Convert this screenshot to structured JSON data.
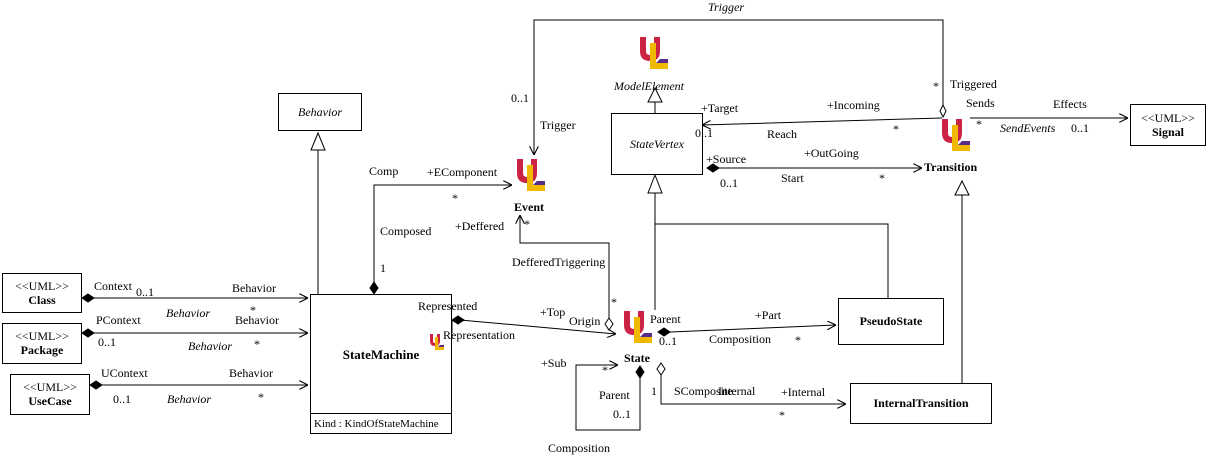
{
  "classes": {
    "behavior": {
      "name": "Behavior"
    },
    "class": {
      "stereotype": "<<UML>>",
      "name": "Class"
    },
    "package": {
      "stereotype": "<<UML>>",
      "name": "Package"
    },
    "usecase": {
      "stereotype": "<<UML>>",
      "name": "UseCase"
    },
    "statemachine": {
      "name": "StateMachine",
      "attribute": "Kind : KindOfStateMachine"
    },
    "statevertex": {
      "name": "StateVertex"
    },
    "pseudostate": {
      "name": "PseudoState"
    },
    "internaltransition": {
      "name": "InternalTransition"
    },
    "signal": {
      "stereotype": "<<UML>>",
      "name": "Signal"
    },
    "modelelement": {
      "name": "ModelElement"
    },
    "event": {
      "name": "Event"
    },
    "transition": {
      "name": "Transition"
    },
    "state": {
      "name": "State"
    }
  },
  "labels": {
    "trigger_top": "Trigger",
    "star_tr1": "*",
    "triggered": "Triggered",
    "sends": "Sends",
    "effects": "Effects",
    "star_tr2": "*",
    "sendevents": "SendEvents",
    "mult_01_signal": "0..1",
    "mult_01_event": "0..1",
    "trigger_ev": "Trigger",
    "target": "+Target",
    "incoming": "+Incoming",
    "mult_01_sv": "0..1",
    "reach": "Reach",
    "star_sv1": "*",
    "source": "+Source",
    "outgoing": "+OutGoing",
    "mult_01_sv2": "0..1",
    "start": "Start",
    "star_sv2": "*",
    "comp": "Comp",
    "ecomponent": "+EComponent",
    "star_ev": "*",
    "deffered": "+Deffered",
    "star_ev2": "*",
    "composed": "Composed",
    "one_sm": "1",
    "deffered_triggering": "DefferedTriggering",
    "star_st": "*",
    "represented": "Represented",
    "top": "+Top",
    "origin": "Origin",
    "representation": "Representation",
    "parent_st": "Parent",
    "part": "+Part",
    "mult_01_st": "0..1",
    "composition_ps": "Composition",
    "star_ps": "*",
    "sub": "+Sub",
    "star_sub": "*",
    "parent_sub": "Parent",
    "mult_01_sub": "0..1",
    "composition_sub": "Composition",
    "one_st": "1",
    "scomposite": "SComposite",
    "internal1": "Internal",
    "internal2": "+Internal",
    "star_it": "*",
    "context": "Context",
    "mult_01_class": "0..1",
    "behavior_class": "Behavior",
    "behavior_it_class": "Behavior",
    "star_class": "*",
    "pcontext": "PContext",
    "behavior_pkg": "Behavior",
    "mult_01_pkg": "0..1",
    "behavior_it_pkg": "Behavior",
    "star_pkg": "*",
    "ucontext": "UContext",
    "behavior_uc": "Behavior",
    "mult_01_uc": "0..1",
    "behavior_it_uc": "Behavior",
    "star_uc": "*"
  },
  "colors": {
    "uml_red": "#cc2244",
    "uml_yellow": "#f0b800",
    "uml_purple": "#5a2a8a",
    "line": "#000000"
  },
  "icons": {
    "uml_logo": "uml-logo-icon"
  }
}
